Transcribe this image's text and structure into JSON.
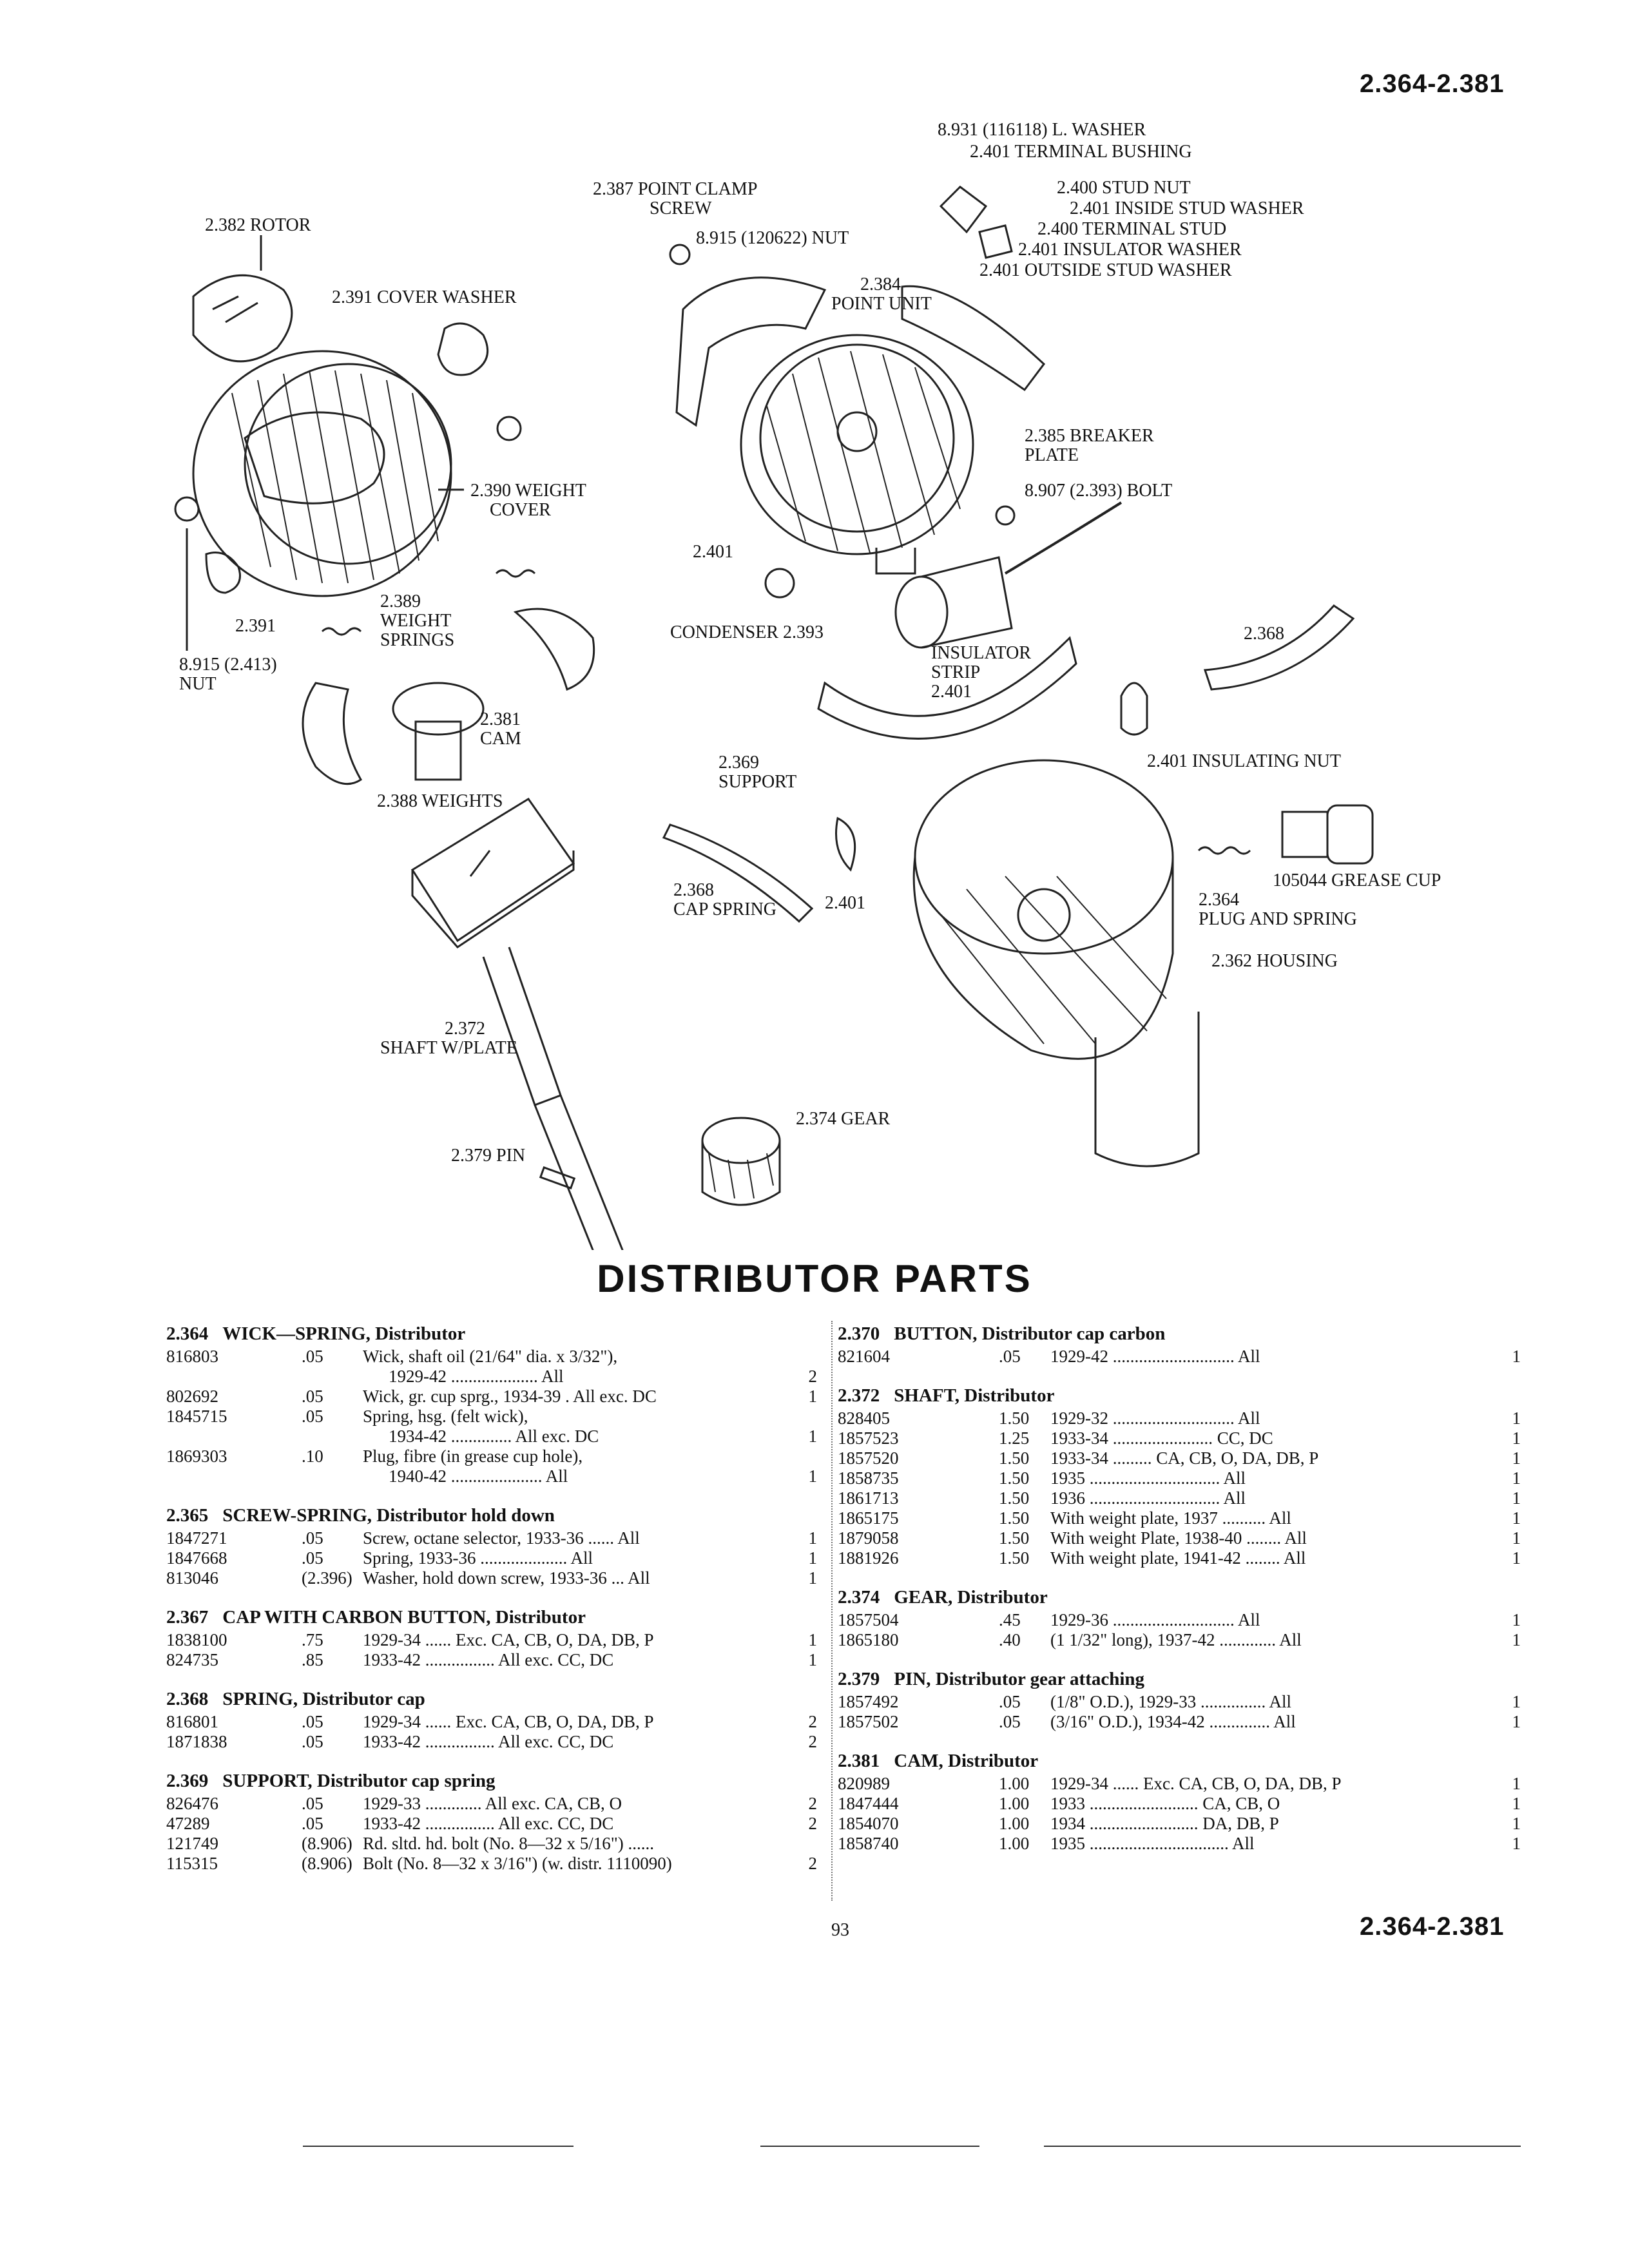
{
  "header": {
    "range": "2.364-2.381"
  },
  "footer": {
    "range": "2.364-2.381",
    "page_number": "93"
  },
  "title": "DISTRIBUTOR PARTS",
  "labels": {
    "rotor": "2.382 ROTOR",
    "cover_washer": "2.391 COVER WASHER",
    "point_clamp_1": "2.387 POINT CLAMP",
    "point_clamp_2": "SCREW",
    "nut_8915": "8.915 (120622) NUT",
    "l_washer": "8.931 (116118) L. WASHER",
    "terminal_bushing": "2.401 TERMINAL BUSHING",
    "stud_nut": "2.400 STUD NUT",
    "inside_stud_washer": "2.401 INSIDE STUD WASHER",
    "terminal_stud": "2.400 TERMINAL STUD",
    "insulator_washer": "2.401 INSULATOR WASHER",
    "outside_stud_washer": "2.401 OUTSIDE STUD WASHER",
    "point_unit_1": "2.384",
    "point_unit_2": "POINT UNIT",
    "breaker_plate_1": "2.385 BREAKER",
    "breaker_plate_2": "PLATE",
    "weight_cover_1": "2.390 WEIGHT",
    "weight_cover_2": "COVER",
    "bolt": "8.907 (2.393) BOLT",
    "nut_2413_1": "8.915 (2.413)",
    "nut_2413_2": "NUT",
    "washer_2391": "2.391",
    "weight_springs_1": "2.389",
    "weight_springs_2": "WEIGHT",
    "weight_springs_3": "SPRINGS",
    "cam_1": "2.381",
    "cam_2": "CAM",
    "weights": "2.388 WEIGHTS",
    "part_2401_a": "2.401",
    "condenser": "CONDENSER 2.393",
    "insulator_strip_1": "INSULATOR",
    "insulator_strip_2": "STRIP",
    "insulator_strip_3": "2.401",
    "part_2368": "2.368",
    "insulating_nut": "2.401 INSULATING NUT",
    "support_1": "2.369",
    "support_2": "SUPPORT",
    "cap_spring_1": "2.368",
    "cap_spring_2": "CAP SPRING",
    "part_2401_b": "2.401",
    "grease_cup": "105044 GREASE CUP",
    "plug_spring_1": "2.364",
    "plug_spring_2": "PLUG AND SPRING",
    "housing": "2.362 HOUSING",
    "shaft_1": "2.372",
    "shaft_2": "SHAFT W/PLATE",
    "gear": "2.374 GEAR",
    "pin": "2.379 PIN"
  },
  "sections_left": [
    {
      "code": "2.364",
      "name": "WICK—SPRING, Distributor",
      "rows": [
        {
          "pn": "816803",
          "price": ".05",
          "desc": "Wick, shaft oil (21/64\" dia. x 3/32\"),",
          "qty": ""
        },
        {
          "pn": "",
          "price": "",
          "desc": "1929-42 .................... All",
          "qty": "2",
          "cont": true
        },
        {
          "pn": "802692",
          "price": ".05",
          "desc": "Wick, gr. cup sprg., 1934-39 . All exc. DC",
          "qty": "1"
        },
        {
          "pn": "1845715",
          "price": ".05",
          "desc": "Spring, hsg. (felt wick),",
          "qty": ""
        },
        {
          "pn": "",
          "price": "",
          "desc": "1934-42 .............. All exc. DC",
          "qty": "1",
          "cont": true
        },
        {
          "pn": "1869303",
          "price": ".10",
          "desc": "Plug, fibre (in grease cup hole),",
          "qty": ""
        },
        {
          "pn": "",
          "price": "",
          "desc": "1940-42 ..................... All",
          "qty": "1",
          "cont": true
        }
      ]
    },
    {
      "code": "2.365",
      "name": "SCREW-SPRING, Distributor hold down",
      "rows": [
        {
          "pn": "1847271",
          "price": ".05",
          "desc": "Screw, octane selector, 1933-36 ...... All",
          "qty": "1"
        },
        {
          "pn": "1847668",
          "price": ".05",
          "desc": "Spring, 1933-36 .................... All",
          "qty": "1"
        },
        {
          "pn": "813046",
          "price": "(2.396)",
          "desc": "Washer, hold down screw, 1933-36 ... All",
          "qty": "1"
        }
      ]
    },
    {
      "code": "2.367",
      "name": "CAP WITH CARBON BUTTON, Distributor",
      "rows": [
        {
          "pn": "1838100",
          "price": ".75",
          "desc": "1929-34 ...... Exc. CA, CB, O, DA, DB, P",
          "qty": "1"
        },
        {
          "pn": "824735",
          "price": ".85",
          "desc": "1933-42 ................ All exc. CC, DC",
          "qty": "1"
        }
      ]
    },
    {
      "code": "2.368",
      "name": "SPRING, Distributor cap",
      "rows": [
        {
          "pn": "816801",
          "price": ".05",
          "desc": "1929-34 ...... Exc. CA, CB, O, DA, DB, P",
          "qty": "2"
        },
        {
          "pn": "1871838",
          "price": ".05",
          "desc": "1933-42 ................ All exc. CC, DC",
          "qty": "2"
        }
      ]
    },
    {
      "code": "2.369",
      "name": "SUPPORT, Distributor cap spring",
      "rows": [
        {
          "pn": "826476",
          "price": ".05",
          "desc": "1929-33 ............. All exc. CA, CB, O",
          "qty": "2"
        },
        {
          "pn": "47289",
          "price": ".05",
          "desc": "1933-42 ................ All exc. CC, DC",
          "qty": "2"
        },
        {
          "pn": "121749",
          "price": "(8.906)",
          "desc": "Rd. sltd. hd. bolt (No. 8—32 x 5/16\") ......",
          "qty": ""
        },
        {
          "pn": "115315",
          "price": "(8.906)",
          "desc": "Bolt (No. 8—32 x 3/16\") (w. distr. 1110090)",
          "qty": "2"
        }
      ]
    }
  ],
  "sections_right": [
    {
      "code": "2.370",
      "name": "BUTTON, Distributor cap carbon",
      "rows": [
        {
          "pn": "821604",
          "price": ".05",
          "desc": "1929-42 ............................ All",
          "qty": "1"
        }
      ]
    },
    {
      "code": "2.372",
      "name": "SHAFT, Distributor",
      "rows": [
        {
          "pn": "828405",
          "price": "1.50",
          "desc": "1929-32 ............................ All",
          "qty": "1"
        },
        {
          "pn": "1857523",
          "price": "1.25",
          "desc": "1933-34 ....................... CC, DC",
          "qty": "1"
        },
        {
          "pn": "1857520",
          "price": "1.50",
          "desc": "1933-34 ......... CA, CB, O, DA, DB, P",
          "qty": "1"
        },
        {
          "pn": "1858735",
          "price": "1.50",
          "desc": "1935 .............................. All",
          "qty": "1"
        },
        {
          "pn": "1861713",
          "price": "1.50",
          "desc": "1936 .............................. All",
          "qty": "1"
        },
        {
          "pn": "1865175",
          "price": "1.50",
          "desc": "With weight plate, 1937 .......... All",
          "qty": "1"
        },
        {
          "pn": "1879058",
          "price": "1.50",
          "desc": "With weight Plate, 1938-40 ........ All",
          "qty": "1"
        },
        {
          "pn": "1881926",
          "price": "1.50",
          "desc": "With weight plate, 1941-42 ........ All",
          "qty": "1"
        }
      ]
    },
    {
      "code": "2.374",
      "name": "GEAR, Distributor",
      "rows": [
        {
          "pn": "1857504",
          "price": ".45",
          "desc": "1929-36 ............................ All",
          "qty": "1"
        },
        {
          "pn": "1865180",
          "price": ".40",
          "desc": "(1 1/32\" long), 1937-42 ............. All",
          "qty": "1"
        }
      ]
    },
    {
      "code": "2.379",
      "name": "PIN, Distributor gear attaching",
      "rows": [
        {
          "pn": "1857492",
          "price": ".05",
          "desc": "(1/8\" O.D.), 1929-33 ............... All",
          "qty": "1"
        },
        {
          "pn": "1857502",
          "price": ".05",
          "desc": "(3/16\" O.D.), 1934-42 .............. All",
          "qty": "1"
        }
      ]
    },
    {
      "code": "2.381",
      "name": "CAM, Distributor",
      "rows": [
        {
          "pn": "820989",
          "price": "1.00",
          "desc": "1929-34 ...... Exc. CA, CB, O, DA, DB, P",
          "qty": "1"
        },
        {
          "pn": "1847444",
          "price": "1.00",
          "desc": "1933 ......................... CA, CB, O",
          "qty": "1"
        },
        {
          "pn": "1854070",
          "price": "1.00",
          "desc": "1934 ......................... DA, DB, P",
          "qty": "1"
        },
        {
          "pn": "1858740",
          "price": "1.00",
          "desc": "1935 ................................ All",
          "qty": "1"
        }
      ]
    }
  ]
}
